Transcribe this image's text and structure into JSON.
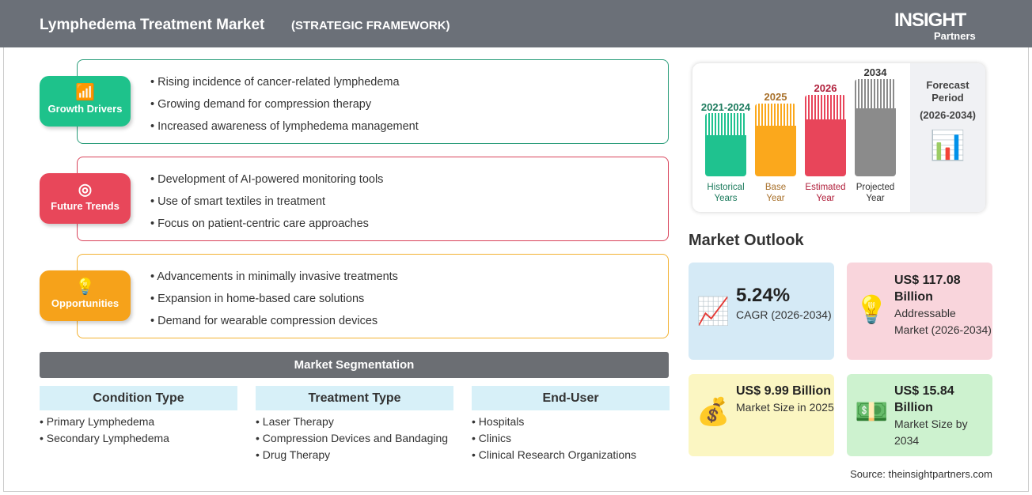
{
  "header": {
    "title": "Lymphedema Treatment Market",
    "subtitle": "(STRATEGIC FRAMEWORK)",
    "logo": "The INSIGHT Partners"
  },
  "cards": [
    {
      "label": "Growth Drivers",
      "color": "#1ec28b",
      "border": "#2a9d7a",
      "items": [
        "Rising incidence of cancer-related lymphedema",
        "Growing demand for compression therapy",
        "Increased awareness of lymphedema management"
      ]
    },
    {
      "label": "Future Trends",
      "color": "#e8475a",
      "border": "#d9435a",
      "items": [
        "Development of AI-powered monitoring tools",
        "Use of smart textiles in treatment",
        "Focus on patient-centric care approaches"
      ]
    },
    {
      "label": "Opportunities",
      "color": "#f6a21a",
      "border": "#f2b233",
      "items": [
        "Advancements in minimally invasive treatments",
        "Expansion in home-based care solutions",
        "Demand for wearable compression devices"
      ]
    }
  ],
  "segmentation": {
    "title": "Market Segmentation",
    "columns": [
      {
        "header": "Condition Type",
        "items": [
          "Primary Lymphedema",
          "Secondary Lymphedema"
        ]
      },
      {
        "header": "Treatment Type",
        "items": [
          "Laser Therapy",
          "Compression Devices and Bandaging",
          "Drug Therapy"
        ]
      },
      {
        "header": "End-User",
        "items": [
          "Hospitals",
          "Clinics",
          "Clinical Research Organizations"
        ]
      }
    ]
  },
  "timeline": {
    "bars": [
      {
        "year": "2021-2024",
        "label1": "Historical",
        "label2": "Years",
        "color": "#1fc28f",
        "text": "#1b7a5c"
      },
      {
        "year": "2025",
        "label1": "Base",
        "label2": "Year",
        "color": "#fba81c",
        "text": "#a8702a"
      },
      {
        "year": "2026",
        "label1": "Estimated",
        "label2": "Year",
        "color": "#e8455a",
        "text": "#b01e3a"
      },
      {
        "year": "2034",
        "label1": "Projected",
        "label2": "Year",
        "color": "#8b8b8b",
        "text": "#333333"
      }
    ],
    "forecast1": "Forecast",
    "forecast2": "Period",
    "forecast3": "(2026-2034)"
  },
  "outlook": {
    "title": "Market Outlook",
    "cards": [
      {
        "value": "5.24%",
        "desc": "CAGR (2026-2034)",
        "bg": "#d5eaf6"
      },
      {
        "value": "US$ 117.08 Billion",
        "desc": "Addressable Market (2026-2034)",
        "bg": "#f9d5dc"
      },
      {
        "value": "US$ 9.99 Billion",
        "desc": "Market Size in 2025",
        "bg": "#fbf6c2"
      },
      {
        "value": "US$ 15.84 Billion",
        "desc": "Market Size by 2034",
        "bg": "#cdf2cf"
      }
    ]
  },
  "source": "Source: theinsightpartners.com"
}
